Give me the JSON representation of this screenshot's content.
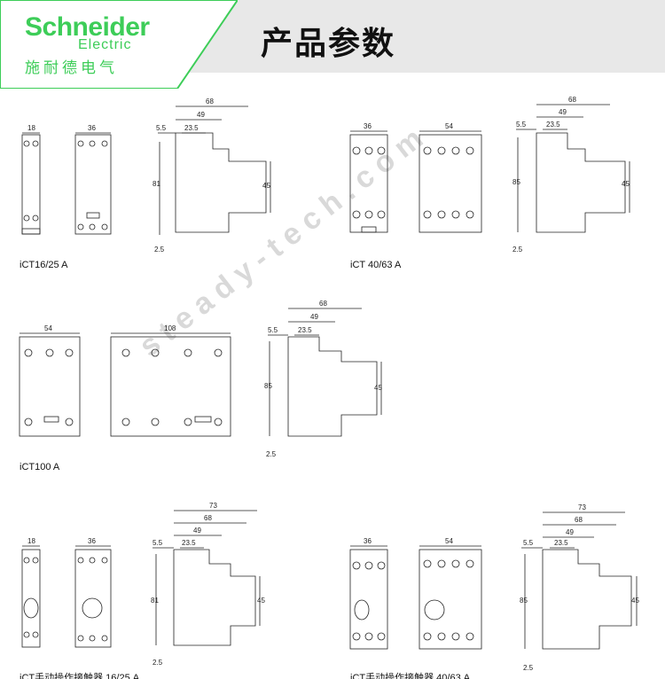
{
  "header": {
    "brand": "Schneider",
    "brand_sub": "Electric",
    "brand_cn": "施耐德电气",
    "title": "产品参数"
  },
  "watermark": "steady-tech.com",
  "captions": {
    "ict16": "iCT16/25 A",
    "ict40": "iCT 40/63 A",
    "ict100": "iCT100 A",
    "bottom_left": "iCT手动操作接触器 16/25 A",
    "bottom_right": "iCT手动操作接触器 40/63 A"
  },
  "dims": {
    "d18": "18",
    "d36": "36",
    "d54": "54",
    "d108": "108",
    "d68": "68",
    "d49": "49",
    "d235": "23.5",
    "d55": "5.5",
    "d81": "81",
    "d85": "85",
    "d45": "45",
    "d25": "2.5",
    "d73": "73"
  },
  "colors": {
    "brand": "#3dcd58",
    "line": "#222222",
    "header_bg": "#e8e8e8",
    "watermark": "#d9d9d9"
  }
}
